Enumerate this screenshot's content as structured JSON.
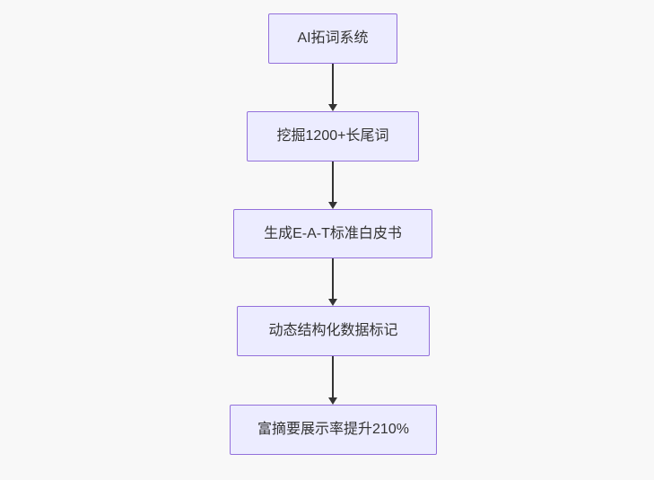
{
  "page": {
    "background": "#f8f8f8"
  },
  "diagram": {
    "type": "flowchart",
    "direction": "top-down",
    "colors": {
      "node_fill": "#ECECFF",
      "node_border": "#9370DB",
      "node_text": "#333333",
      "arrow": "#333333"
    },
    "nodes": [
      {
        "id": "n1",
        "label": "AI拓词系统"
      },
      {
        "id": "n2",
        "label": "挖掘1200+长尾词"
      },
      {
        "id": "n3",
        "label": "生成E-A-T标准白皮书"
      },
      {
        "id": "n4",
        "label": "动态结构化数据标记"
      },
      {
        "id": "n5",
        "label": "富摘要展示率提升210%"
      }
    ],
    "edges": [
      {
        "from": "n1",
        "to": "n2"
      },
      {
        "from": "n2",
        "to": "n3"
      },
      {
        "from": "n3",
        "to": "n4"
      },
      {
        "from": "n4",
        "to": "n5"
      }
    ]
  }
}
